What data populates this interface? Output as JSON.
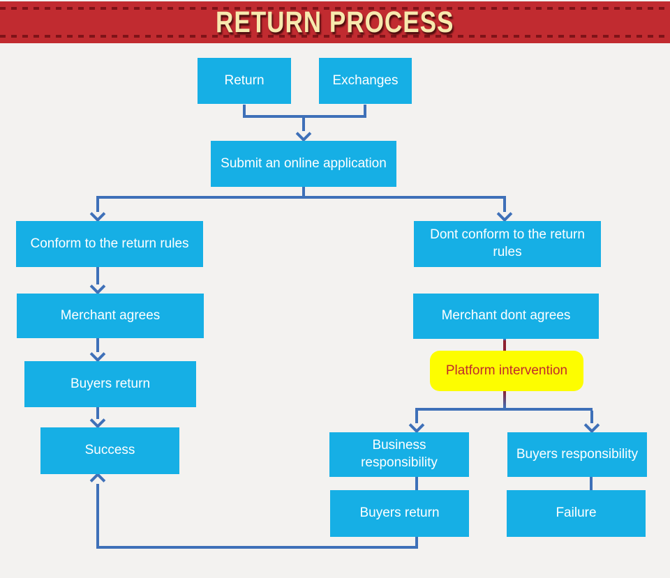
{
  "title": {
    "text": "RETURN PROCESS"
  },
  "colors": {
    "banner-bg": "#C12B30",
    "banner-dash": "#7E1318",
    "banner-text": "#F7E9AE",
    "node-bg": "#16AFE5",
    "node-text": "#FFFFFF",
    "highlight-bg": "#FDFD00",
    "highlight-text": "#C02B2B",
    "line": "#3E70B8",
    "line-red": "#8E2030",
    "canvas-bg": "#F3F2F0"
  },
  "flowchart": {
    "nodes": {
      "return": {
        "label": "Return"
      },
      "exchanges": {
        "label": "Exchanges"
      },
      "submit": {
        "label": "Submit an online application"
      },
      "conform": {
        "label": "Conform to the return rules"
      },
      "dont_conform": {
        "label": "Dont conform to the return rules"
      },
      "merchant_agrees": {
        "label": "Merchant agrees"
      },
      "merchant_dont_agrees": {
        "label": "Merchant dont agrees"
      },
      "platform_intervention": {
        "label": "Platform intervention"
      },
      "buyers_return_left": {
        "label": "Buyers return"
      },
      "success": {
        "label": "Success"
      },
      "business_responsibility": {
        "label": "Business responsibility"
      },
      "buyers_responsibility": {
        "label": "Buyers responsibility"
      },
      "buyers_return_right": {
        "label": "Buyers return"
      },
      "failure": {
        "label": "Failure"
      }
    }
  }
}
